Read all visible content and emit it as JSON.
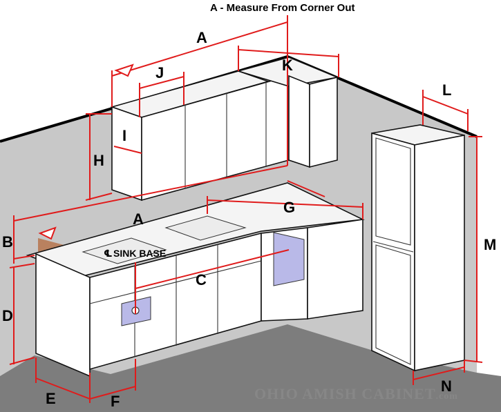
{
  "diagram": {
    "title": "A - Measure From Corner Out",
    "sink_label": "SINK BASE",
    "centerline_symbol": "℄",
    "watermark_main": "OHIO AMISH CABINET",
    "watermark_suffix": ".com",
    "labels": {
      "A_upper": "A",
      "A_lower": "A",
      "B": "B",
      "C": "C",
      "D": "D",
      "E": "E",
      "F": "F",
      "G": "G",
      "H": "H",
      "I": "I",
      "J": "J",
      "K": "K",
      "L": "L",
      "M": "M",
      "N": "N"
    },
    "colors": {
      "dimension": "#e01b1b",
      "wall": "#c8c8c8",
      "floor": "#7d7d7d",
      "cabinet": "#ffffff",
      "plumbing_box": "#b9b9e8",
      "backsplash": "#b46a3c"
    }
  }
}
